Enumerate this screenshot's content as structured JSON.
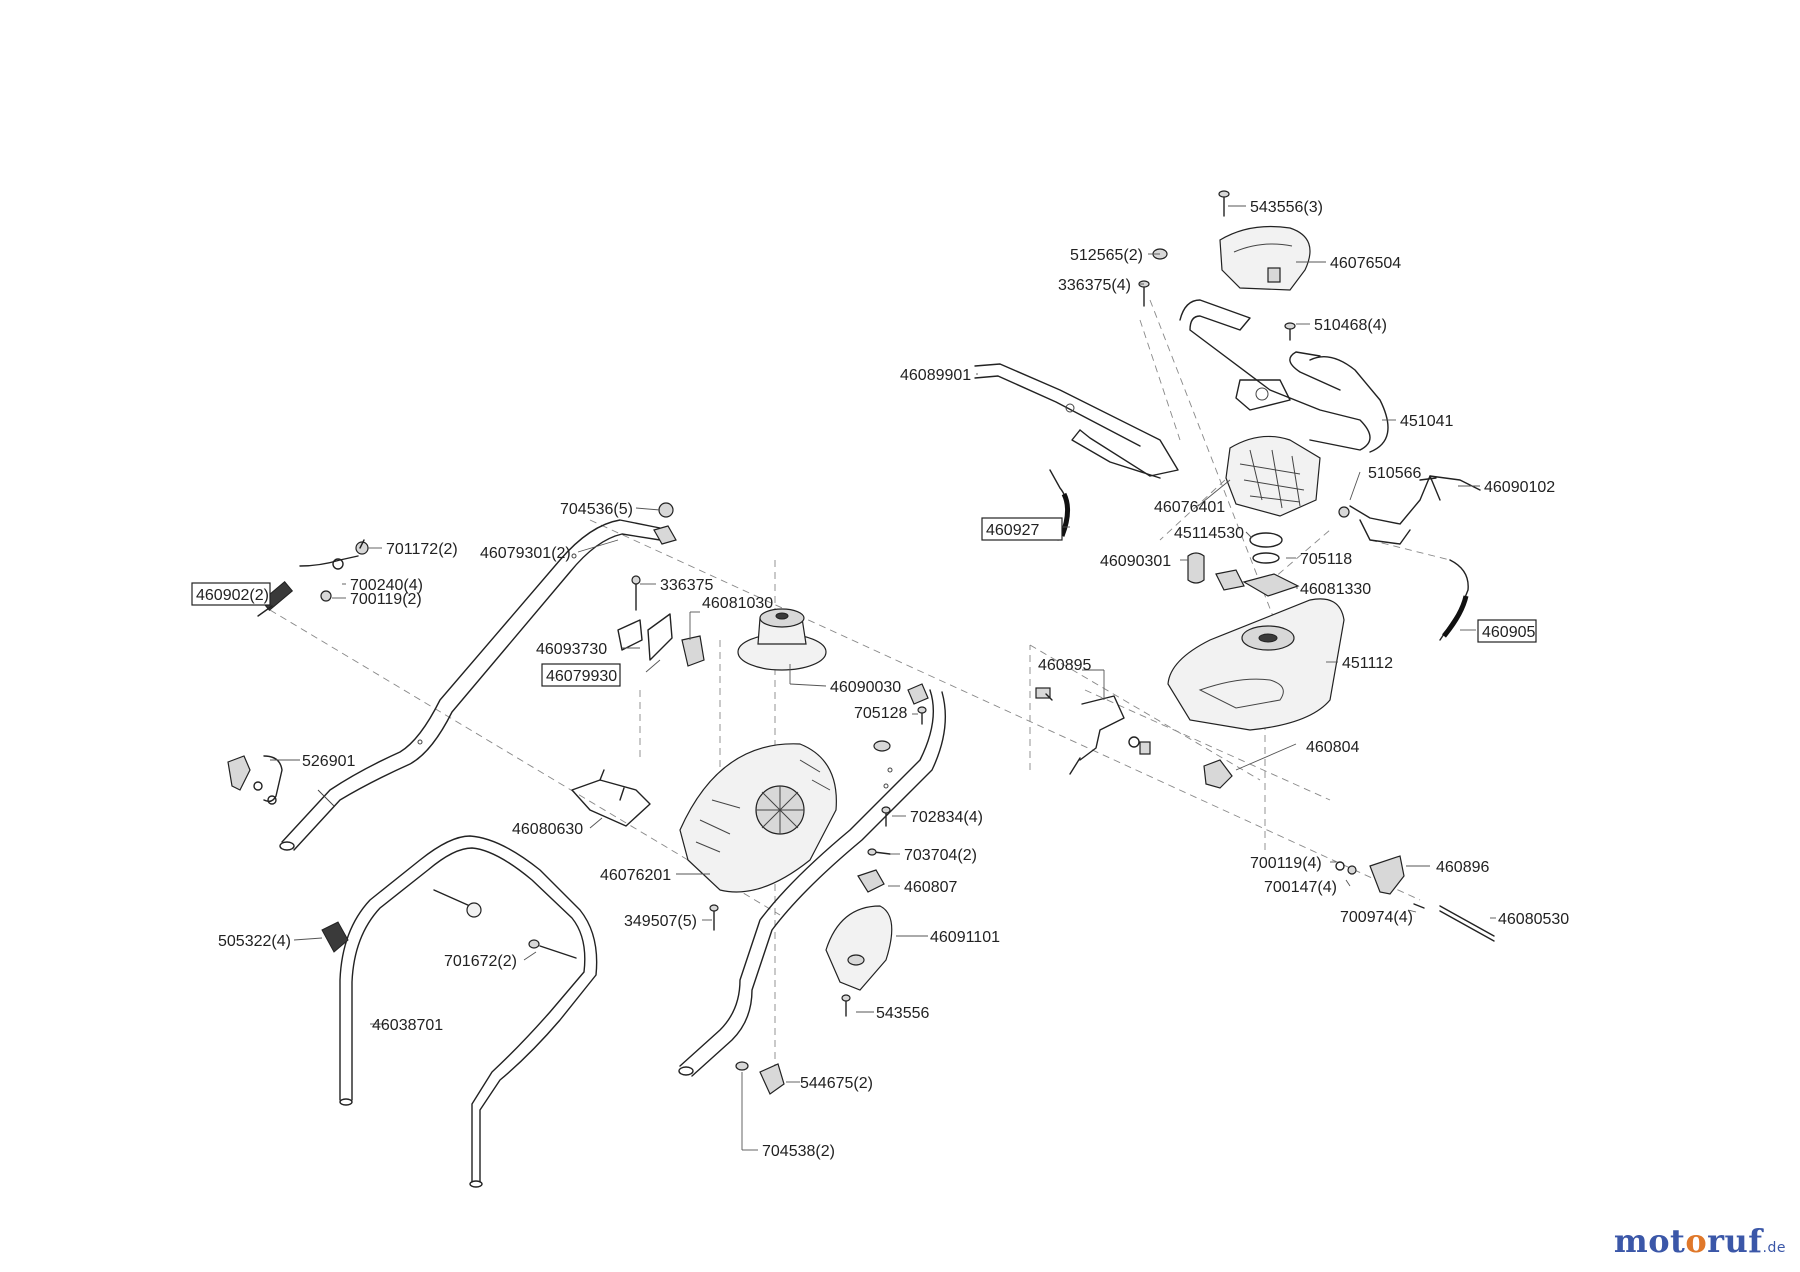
{
  "watermark": {
    "part1": "mot",
    "part2": "o",
    "part3": "ruf",
    "domain": ".de"
  },
  "labels": [
    {
      "id": "p543556_3",
      "text": "543556(3)",
      "boxed": false
    },
    {
      "id": "p512565_2",
      "text": "512565(2)",
      "boxed": false
    },
    {
      "id": "p46076504",
      "text": "46076504",
      "boxed": false
    },
    {
      "id": "p336375_4",
      "text": "336375(4)",
      "boxed": false
    },
    {
      "id": "p510468_4",
      "text": "510468(4)",
      "boxed": false
    },
    {
      "id": "p46089901",
      "text": "46089901",
      "boxed": false
    },
    {
      "id": "p451041",
      "text": "451041",
      "boxed": false
    },
    {
      "id": "p510566",
      "text": "510566",
      "boxed": false
    },
    {
      "id": "p46090102",
      "text": "46090102",
      "boxed": false
    },
    {
      "id": "p46076401",
      "text": "46076401",
      "boxed": false
    },
    {
      "id": "p460927",
      "text": "460927",
      "boxed": true
    },
    {
      "id": "p45114530",
      "text": "45114530",
      "boxed": false
    },
    {
      "id": "p705118",
      "text": "705118",
      "boxed": false
    },
    {
      "id": "p46090301",
      "text": "46090301",
      "boxed": false
    },
    {
      "id": "p46081330",
      "text": "46081330",
      "boxed": false
    },
    {
      "id": "p460905",
      "text": "460905",
      "boxed": true
    },
    {
      "id": "p451112",
      "text": "451112",
      "boxed": false
    },
    {
      "id": "p460895",
      "text": "460895",
      "boxed": false
    },
    {
      "id": "p460804",
      "text": "460804",
      "boxed": false
    },
    {
      "id": "p700119_4",
      "text": "700119(4)",
      "boxed": false
    },
    {
      "id": "p460896",
      "text": "460896",
      "boxed": false
    },
    {
      "id": "p700147_4",
      "text": "700147(4)",
      "boxed": false
    },
    {
      "id": "p700974_4",
      "text": "700974(4)",
      "boxed": false
    },
    {
      "id": "p46080530",
      "text": "46080530",
      "boxed": false
    },
    {
      "id": "p704536_5",
      "text": "704536(5)",
      "boxed": false
    },
    {
      "id": "p46079301_2",
      "text": "46079301(2)",
      "boxed": false
    },
    {
      "id": "p701172_2",
      "text": "701172(2)",
      "boxed": false
    },
    {
      "id": "p460902_2",
      "text": "460902(2)",
      "boxed": true
    },
    {
      "id": "p700240_4",
      "text": "700240(4)",
      "boxed": false
    },
    {
      "id": "p700119_2",
      "text": "700119(2)",
      "boxed": false
    },
    {
      "id": "p336375",
      "text": "336375",
      "boxed": false
    },
    {
      "id": "p46081030",
      "text": "46081030",
      "boxed": false
    },
    {
      "id": "p46093730",
      "text": "46093730",
      "boxed": false
    },
    {
      "id": "p46079930",
      "text": "46079930",
      "boxed": true
    },
    {
      "id": "p46090030",
      "text": "46090030",
      "boxed": false
    },
    {
      "id": "p705128",
      "text": "705128",
      "boxed": false
    },
    {
      "id": "p526901",
      "text": "526901",
      "boxed": false
    },
    {
      "id": "p46080630",
      "text": "46080630",
      "boxed": false
    },
    {
      "id": "p702834_4",
      "text": "702834(4)",
      "boxed": false
    },
    {
      "id": "p703704_2",
      "text": "703704(2)",
      "boxed": false
    },
    {
      "id": "p46076201",
      "text": "46076201",
      "boxed": false
    },
    {
      "id": "p460807",
      "text": "460807",
      "boxed": false
    },
    {
      "id": "p349507_5",
      "text": "349507(5)",
      "boxed": false
    },
    {
      "id": "p505322_4",
      "text": "505322(4)",
      "boxed": false
    },
    {
      "id": "p46091101",
      "text": "46091101",
      "boxed": false
    },
    {
      "id": "p701672_2",
      "text": "701672(2)",
      "boxed": false
    },
    {
      "id": "p543556",
      "text": "543556",
      "boxed": false
    },
    {
      "id": "p46038701",
      "text": "46038701",
      "boxed": false
    },
    {
      "id": "p544675_2",
      "text": "544675(2)",
      "boxed": false
    },
    {
      "id": "p704538_2",
      "text": "704538(2)",
      "boxed": false
    }
  ]
}
